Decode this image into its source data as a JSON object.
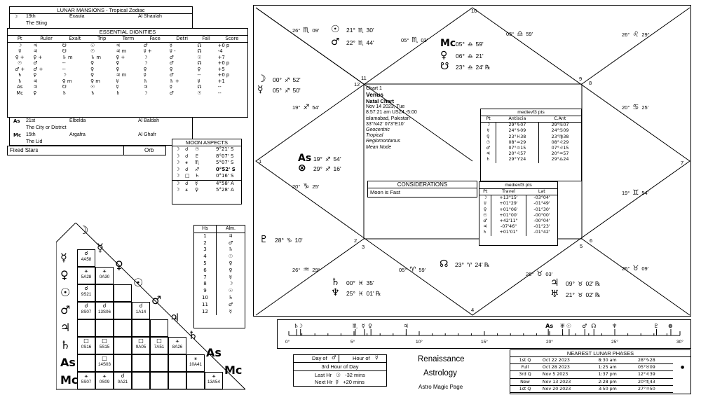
{
  "lunar_mansions": {
    "title": "LUNAR MANSIONS - Tropical Zodiac",
    "rows": [
      {
        "glyph": "☽",
        "num": "19th",
        "name": "Exaula",
        "alt": "Al Shaulah",
        "desc": "The Sting"
      },
      {
        "glyph": "As",
        "num": "21st",
        "name": "Elbelda",
        "alt": "Al Baldah",
        "desc": "The City or District"
      },
      {
        "glyph": "Mc",
        "num": "15th",
        "name": "Argafra",
        "alt": "Al Ghafr",
        "desc": "The Lid"
      }
    ]
  },
  "essential_dignities": {
    "title": "ESSENTIAL DIGNITIES",
    "headers": [
      "Pt",
      "Ruler",
      "Exalt",
      "Trip",
      "Term",
      "Face",
      "Detri",
      "Fall",
      "Score"
    ],
    "rows": [
      [
        "☽",
        "♃",
        "☋",
        "☉",
        "♃",
        "♂",
        "☿",
        "☊",
        "+0 p"
      ],
      [
        "☿",
        "♃",
        "☋",
        "☉",
        "♃  m",
        "☿  +",
        "☿  -",
        "☊",
        "-4"
      ],
      [
        "♀  +",
        "♀  +",
        "♄  m",
        "♄  m",
        "♀  +",
        "☽",
        "♂",
        "☉",
        "+7"
      ],
      [
        "☉",
        "♂",
        "--",
        "♀",
        "♀",
        "☽",
        "♂",
        "☊",
        "+0 p"
      ],
      [
        "♂  +",
        "♂  +",
        "--",
        "♀",
        "♀",
        "♀",
        "♀",
        "♀",
        "+5"
      ],
      [
        "♄",
        "♀",
        "☽",
        "♀",
        "♃  m",
        "☿",
        "♂",
        "--",
        "+0 p"
      ],
      [
        "♄",
        "♃",
        "♀  m",
        "♀  m",
        "☿",
        "♄",
        "♄  +",
        "☿",
        "+1"
      ],
      [
        "As",
        "♃",
        "☋",
        "☉",
        "☿",
        "♃",
        "☿",
        "☊",
        "--"
      ],
      [
        "Mc",
        "♀",
        "♄",
        "♄",
        "♄",
        "☽",
        "♂",
        "☉",
        "--"
      ]
    ]
  },
  "fixed_stars": {
    "label": "Fixed Stars",
    "orb": "Orb"
  },
  "moon_aspects": {
    "title": "MOON ASPECTS",
    "rows": [
      [
        "☽",
        "☌",
        "☉",
        "9°21' S"
      ],
      [
        "☽",
        "☌",
        "♇",
        "8°07' S"
      ],
      [
        "☽",
        "⚹",
        "♏",
        "5°07' S"
      ],
      [
        "☽",
        "☌",
        "♐",
        "0°52' S"
      ],
      [
        "☽",
        "□",
        "♄",
        "0°16' S"
      ],
      [
        "☽",
        "☌",
        "☿",
        "4°58' A"
      ],
      [
        "☽",
        "⚹",
        "♀",
        "5°28' A"
      ]
    ]
  },
  "houses_almuten": {
    "headers": [
      "Hs",
      "Alm."
    ],
    "rows": [
      [
        "1",
        "♃"
      ],
      [
        "2",
        "♂"
      ],
      [
        "3",
        "♄"
      ],
      [
        "4",
        "☉"
      ],
      [
        "5",
        "♀"
      ],
      [
        "6",
        "♀"
      ],
      [
        "7",
        "☿"
      ],
      [
        "8",
        "☽"
      ],
      [
        "9",
        "☉"
      ],
      [
        "10",
        "♄"
      ],
      [
        "11",
        "♂"
      ],
      [
        "12",
        "☿"
      ]
    ]
  },
  "aspect_grid": {
    "planets": [
      "☽",
      "☿",
      "♀",
      "☉",
      "♂",
      "♃",
      "♄",
      "As",
      "Mc"
    ],
    "cells": [
      {
        "r": 1,
        "c": 0,
        "sym": "☌",
        "val": "4A58"
      },
      {
        "r": 2,
        "c": 0,
        "sym": "⚹",
        "val": "5A28"
      },
      {
        "r": 2,
        "c": 1,
        "sym": "⚹",
        "val": "0A30"
      },
      {
        "r": 3,
        "c": 0,
        "sym": "☌",
        "val": "9S21"
      },
      {
        "r": 4,
        "c": 0,
        "sym": "☌",
        "val": "8S07"
      },
      {
        "r": 4,
        "c": 1,
        "sym": "☌",
        "val": "13S06"
      },
      {
        "r": 4,
        "c": 3,
        "sym": "☌",
        "val": "1A14"
      },
      {
        "r": 6,
        "c": 0,
        "sym": "□",
        "val": "0S16"
      },
      {
        "r": 6,
        "c": 1,
        "sym": "□",
        "val": "5S15"
      },
      {
        "r": 6,
        "c": 3,
        "sym": "□",
        "val": "9A05"
      },
      {
        "r": 6,
        "c": 4,
        "sym": "□",
        "val": "7A51"
      },
      {
        "r": 6,
        "c": 5,
        "sym": "⚹",
        "val": "8A26"
      },
      {
        "r": 7,
        "c": 1,
        "sym": "□",
        "val": "14S03"
      },
      {
        "r": 7,
        "c": 6,
        "sym": "⚹",
        "val": "10A41"
      },
      {
        "r": 8,
        "c": 0,
        "sym": "⚹",
        "val": "5S07"
      },
      {
        "r": 8,
        "c": 1,
        "sym": "⚹",
        "val": "0S09"
      },
      {
        "r": 8,
        "c": 2,
        "sym": "☌",
        "val": "0A21"
      },
      {
        "r": 8,
        "c": 7,
        "sym": "⚹",
        "val": "13A54"
      }
    ]
  },
  "chart_info": {
    "lines": [
      "Chart 1",
      "Venus",
      "Natal Chart",
      "Nov 14 2023, Tue",
      "8:57:21 am  USZ4 -5:00",
      "islamabad, Pakistan",
      "33°N42' 073°E10'",
      "Geocentric",
      "Tropical",
      "Regiomontanus",
      "Mean Node"
    ]
  },
  "considerations": {
    "title": "CONSIDERATIONS",
    "text": "Moon is Fast"
  },
  "mediev_antiscia": {
    "title": "medievf3 pts",
    "headers": [
      "Pt",
      "Antiscia",
      "C.Ant"
    ],
    "rows": [
      [
        "☽",
        "29°♑07",
        "29°♋07"
      ],
      [
        "☿",
        "24°♑09",
        "24°♋09"
      ],
      [
        "♀",
        "23°♓38",
        "23°♍38"
      ],
      [
        "☉",
        "08°♒29",
        "08°♌29"
      ],
      [
        "♂",
        "07°♒15",
        "07°♌15"
      ],
      [
        "♃",
        "20°♌57",
        "20°♒57"
      ],
      [
        "♄",
        "29°♈24",
        "29°♎24"
      ]
    ]
  },
  "mediev_travel": {
    "title": "medievf3 pts",
    "headers": [
      "Pt",
      "Travel",
      "Lat"
    ],
    "rows": [
      [
        "☽",
        "+13°15'",
        "-03°04'"
      ],
      [
        "☿",
        "+01°29'",
        "-01°49'"
      ],
      [
        "♀",
        "+01°06'",
        "-01°30'"
      ],
      [
        "☉",
        "+01°00'",
        "-00°00'"
      ],
      [
        "♂",
        "+42'11\"",
        "-00°04'"
      ],
      [
        "♃",
        "-07'46\"",
        "-01°23'"
      ],
      [
        "♄",
        "+01'01\"",
        "-01°42'"
      ]
    ]
  },
  "wheel": {
    "house_numbers": [
      "1",
      "2",
      "3",
      "4",
      "5",
      "6",
      "7",
      "8",
      "9",
      "10",
      "11",
      "12"
    ],
    "cusps": [
      {
        "deg": "26°",
        "sign": "♏",
        "min": "09'"
      },
      {
        "deg": "05°",
        "sign": "♏",
        "min": "03'"
      },
      {
        "deg": "05°",
        "sign": "♎",
        "min": "59'"
      },
      {
        "deg": "26°",
        "sign": "♌",
        "min": "29°"
      },
      {
        "deg": "20°",
        "sign": "♋",
        "min": "25'"
      },
      {
        "deg": "19°",
        "sign": "♊",
        "min": "54'"
      },
      {
        "deg": "26°",
        "sign": "♉",
        "min": "09'"
      },
      {
        "deg": "26°",
        "sign": "♉",
        "min": "03'"
      },
      {
        "deg": "05°",
        "sign": "♈",
        "min": "59'"
      },
      {
        "deg": "26°",
        "sign": "♒",
        "min": "29°"
      },
      {
        "deg": "20°",
        "sign": "♑",
        "min": "25'"
      },
      {
        "deg": "19°",
        "sign": "♐",
        "min": "54'"
      }
    ],
    "planets": [
      {
        "g": "☉",
        "d": "21°",
        "s": "♏",
        "m": "30'"
      },
      {
        "g": "♂",
        "d": "22°",
        "s": "♏",
        "m": "44'"
      },
      {
        "g": "Mc",
        "d": "05°",
        "s": "♎",
        "m": "59'"
      },
      {
        "g": "♀",
        "d": "06°",
        "s": "♎",
        "m": "21'"
      },
      {
        "g": "☋",
        "d": "23°",
        "s": "♎",
        "m": "24' ℞"
      },
      {
        "g": "☽",
        "d": "00°",
        "s": "♐",
        "m": "52'"
      },
      {
        "g": "☿",
        "d": "05°",
        "s": "♐",
        "m": "50'"
      },
      {
        "g": "As",
        "d": "19°",
        "s": "♐",
        "m": "54'"
      },
      {
        "g": "⊗",
        "d": "29°",
        "s": "♐",
        "m": "16'"
      },
      {
        "g": "♇",
        "d": "28°",
        "s": "♑",
        "m": "10'"
      },
      {
        "g": "♄",
        "d": "00°",
        "s": "♓",
        "m": "35'"
      },
      {
        "g": "♆",
        "d": "25°",
        "s": "♓",
        "m": "01' ℞"
      },
      {
        "g": "☊",
        "d": "23°",
        "s": "♈",
        "m": "24' ℞"
      },
      {
        "g": "♃",
        "d": "09°",
        "s": "♉",
        "m": "02' ℞"
      },
      {
        "g": "♅",
        "d": "21°",
        "s": "♉",
        "m": "02' ℞"
      }
    ]
  },
  "ruler_scale": {
    "ticks": [
      "0°",
      "5°",
      "10°",
      "15°",
      "20°",
      "25°",
      "30°"
    ],
    "marks": [
      {
        "g": "♄",
        "v": 0.6
      },
      {
        "g": "☽",
        "v": 0.9
      },
      {
        "g": "☿",
        "v": 5.8
      },
      {
        "g": "♀",
        "v": 6.3
      },
      {
        "g": "♏",
        "v": 5.1
      },
      {
        "g": "♃",
        "v": 9.0
      },
      {
        "g": "As",
        "v": 19.9
      },
      {
        "g": "♅",
        "v": 21.0
      },
      {
        "g": "☉",
        "v": 21.5
      },
      {
        "g": "♂",
        "v": 22.7
      },
      {
        "g": "☊",
        "v": 23.4
      },
      {
        "g": "♆",
        "v": 25.0
      },
      {
        "g": "♇",
        "v": 28.2
      },
      {
        "g": "⊗",
        "v": 29.3
      }
    ]
  },
  "planetary_hours": {
    "day_label": "Day of",
    "day_glyph": "♂",
    "hour_label": "Hour of",
    "hour_glyph": "☿",
    "hour_title": "3rd Hour of Day",
    "last_label": "Last Hr",
    "last_glyph": "☉",
    "last_val": "-32 mins",
    "next_label": "Next Hr",
    "next_glyph": "☿",
    "next_val": "+20 mins"
  },
  "branding": {
    "line1": "Renaissance",
    "line2": "Astrology",
    "line3": "Astro Magic Page"
  },
  "lunar_phases": {
    "title": "NEAREST LUNAR PHASES",
    "rows": [
      [
        "1st Q",
        "Oct 22 2023",
        "8:30 am",
        "28°♑28"
      ],
      [
        "Full",
        "Oct 28 2023",
        "1:25 am",
        "05°♉09"
      ],
      [
        "3rd Q",
        "Nov 5 2023",
        "1:37 pm",
        "12°♌39"
      ],
      [
        "New",
        "Nov 13 2023",
        "2:28 pm",
        "20°♏43"
      ],
      [
        "1st Q",
        "Nov 20 2023",
        "3:50 pm",
        "27°♒50"
      ]
    ],
    "marker": "●"
  }
}
